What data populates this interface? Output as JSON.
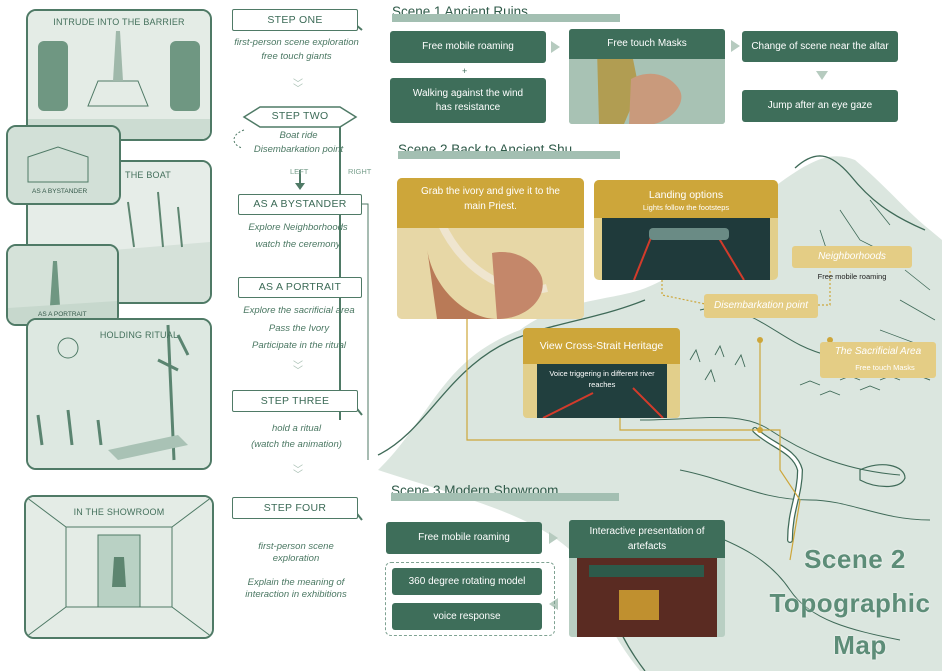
{
  "panels": {
    "p1": "INTRUDE INTO THE BARRIER",
    "p2": "THE BOAT",
    "p2_tag": "AS A BYSTANDER",
    "p3_tag": "AS A PORTRAIT",
    "p4": "HOLDING RITUAL",
    "p5": "IN THE SHOWROOM"
  },
  "flow": {
    "step1": "STEP ONE",
    "step1_a": "first-person scene exploration",
    "step1_b": "free touch giants",
    "step2": "STEP TWO",
    "step2_a": "Boat ride",
    "step2_b": "Disembarkation point",
    "left": "LEFT",
    "right": "RIGHT",
    "bystander": "AS A BYSTANDER",
    "bystander_a": "Explore Neighborhoods",
    "bystander_b": "watch the ceremony",
    "portrait": "AS A PORTRAIT",
    "portrait_a": "Explore the sacrificial area",
    "portrait_b": "Pass the Ivory",
    "portrait_c": "Participate in the ritual",
    "step3": "STEP THREE",
    "step3_a": "hold a ritual",
    "step3_b": "(watch the animation)",
    "step4": "STEP FOUR",
    "step4_a": "first-person scene exploration",
    "step4_b": "Explain the meaning of interaction in exhibitions"
  },
  "scene1": {
    "title": "Scene  1 Ancient Ruins",
    "free_roaming": "Free mobile roaming",
    "plus": "+",
    "wind": "Walking against the wind has resistance",
    "masks": "Free touch Masks",
    "change": "Change of scene near the altar",
    "jump": "Jump after an eye gaze"
  },
  "scene2": {
    "title": "Scene  2  Back to Ancient Shu",
    "ivory": "Grab the ivory and give it to the main Priest.",
    "landing": "Landing options",
    "landing_sub": "Lights follow the footsteps",
    "neigh": "Neighborhoods",
    "neigh_sub": "Free mobile roaming",
    "disemb": "Disembarkation point",
    "heritage": "View Cross-Strait Heritage",
    "heritage_sub": "Voice triggering in different river reaches",
    "sacrificial": "The Sacrificial Area",
    "sacrificial_sub": "Free touch Masks"
  },
  "scene3": {
    "title": "Scene 3  Modern Showroom",
    "roaming": "Free mobile roaming",
    "interactive": "Interactive presentation of artefacts",
    "model": "360 degree rotating model",
    "voice": "voice response"
  },
  "map_title": {
    "l1": "Scene 2",
    "l2": "Topographic",
    "l3": "Map"
  },
  "colors": {
    "green": "#3e6e5a",
    "gold": "#cda63a",
    "map": "#dbe6df"
  }
}
